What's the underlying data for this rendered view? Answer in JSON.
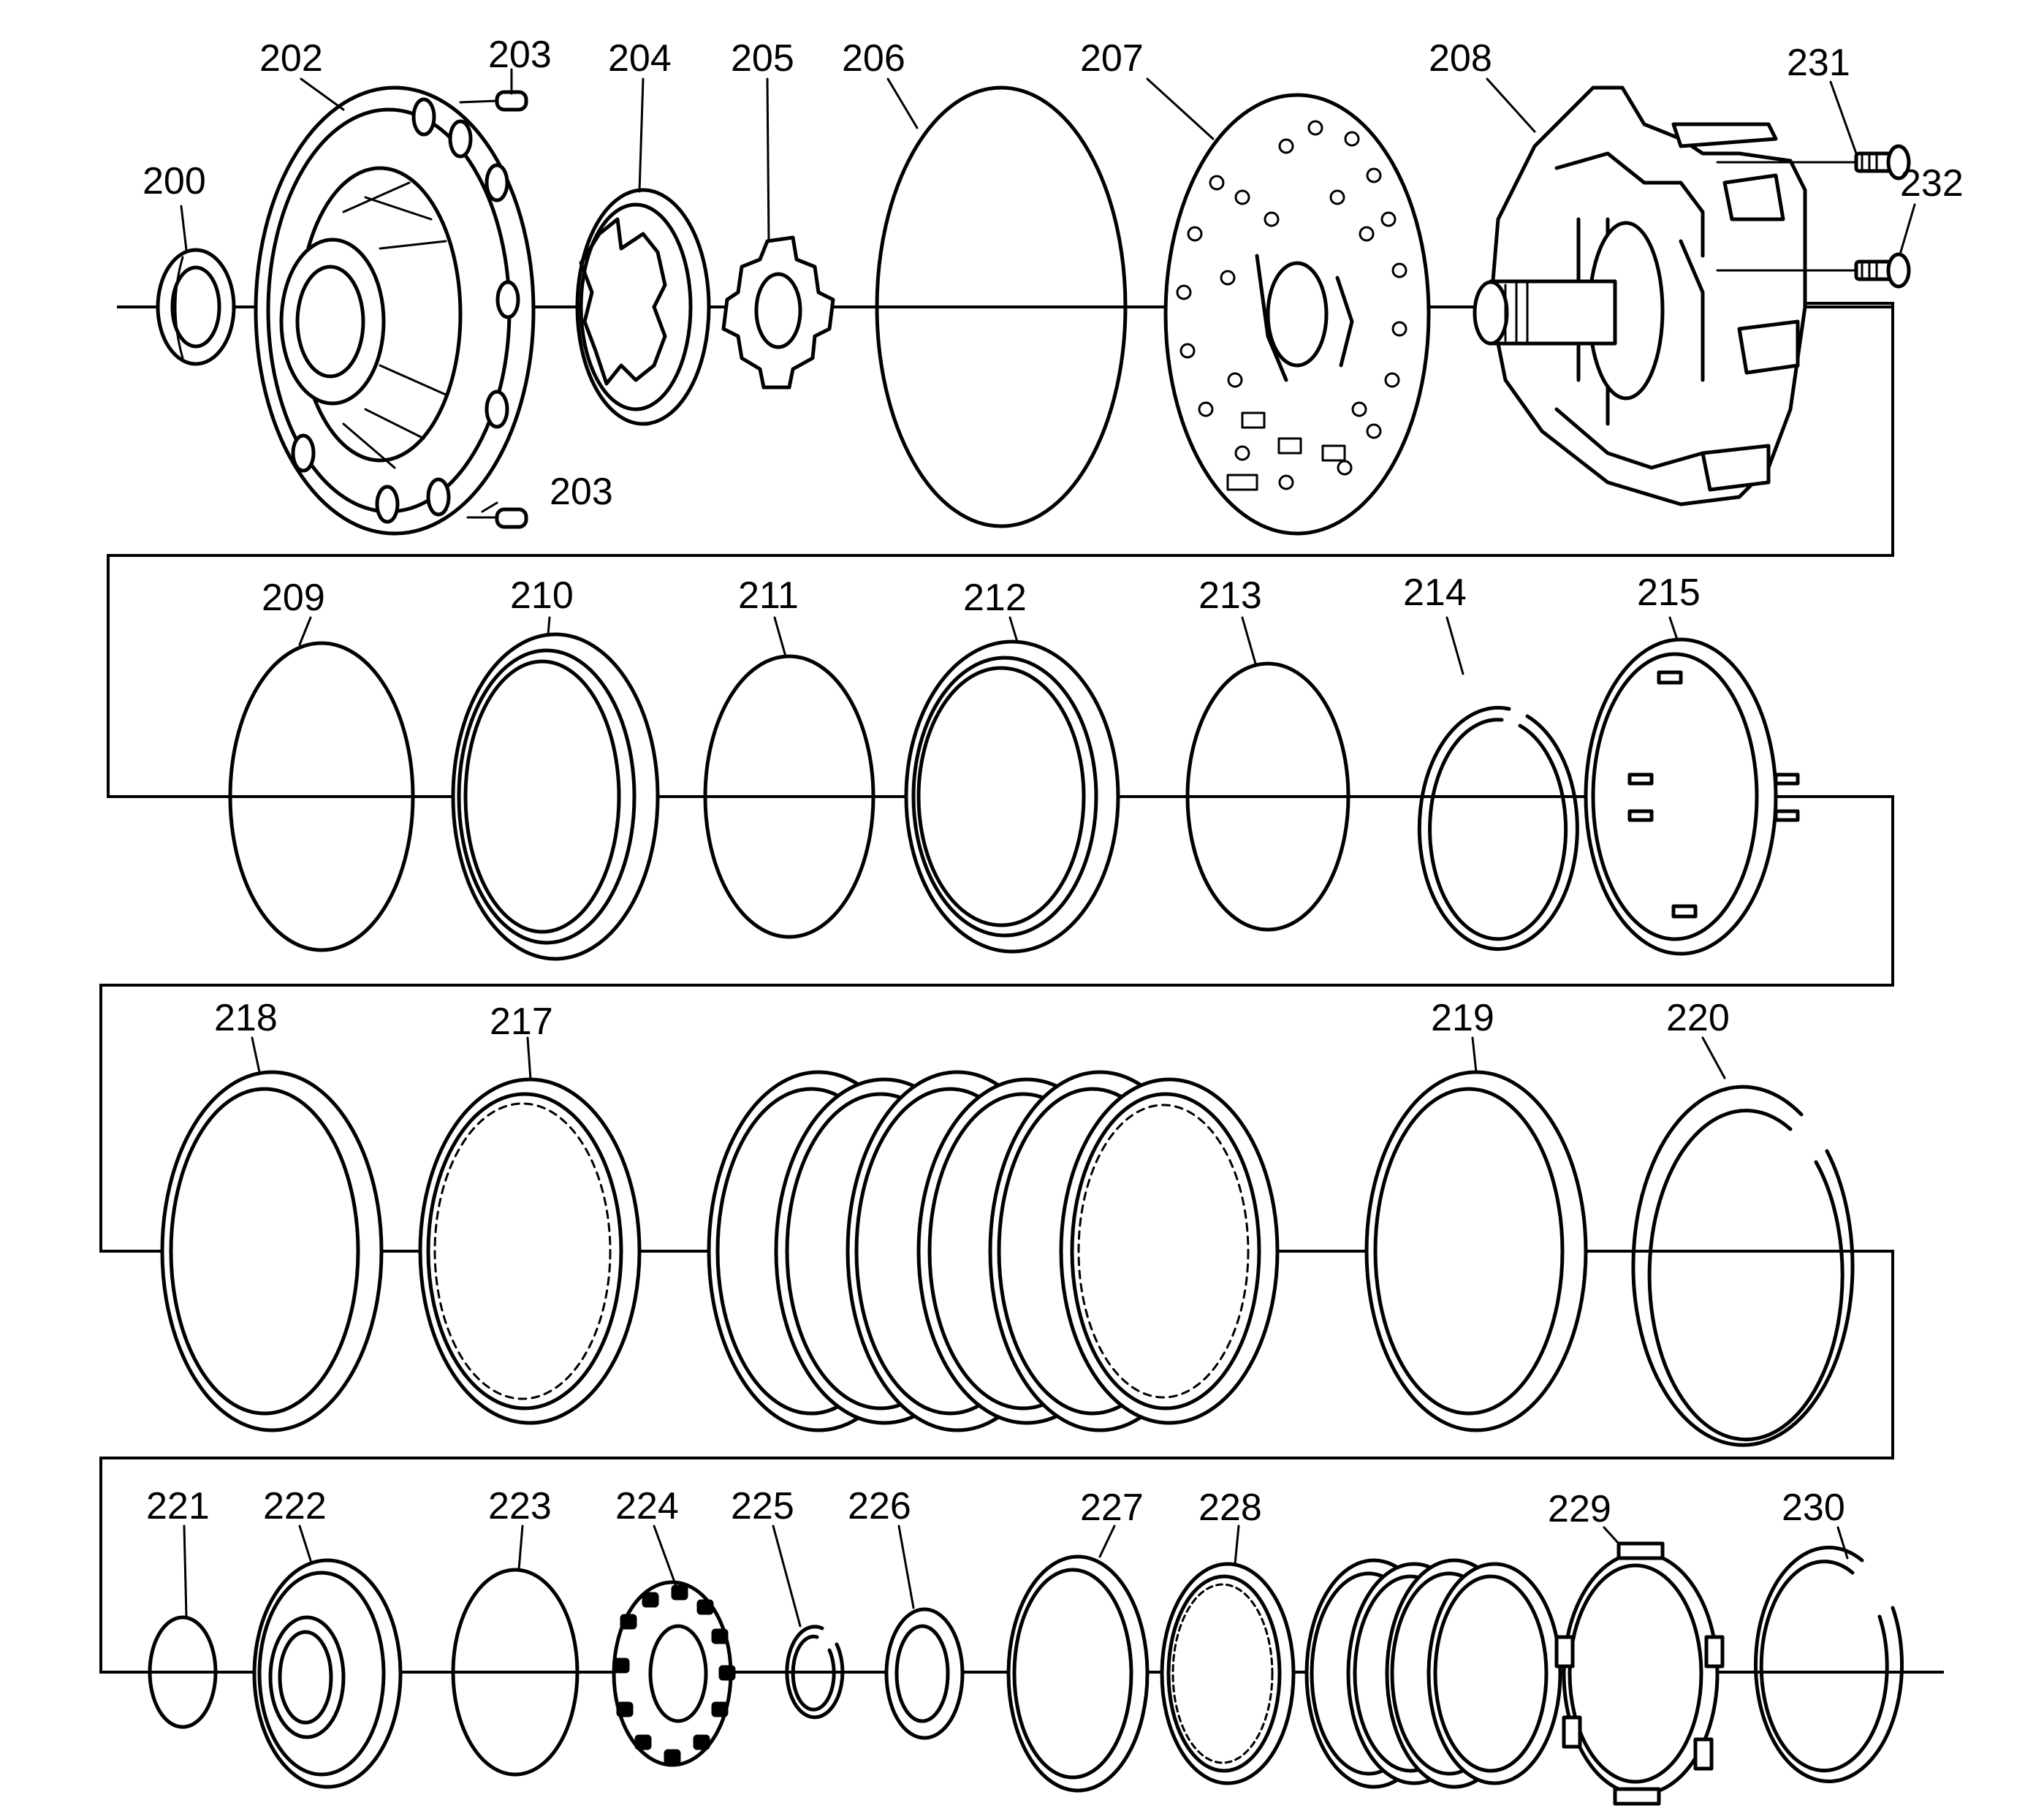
{
  "diagram": {
    "labels": {
      "p200": "200",
      "p202": "202",
      "p203a": "203",
      "p203b": "203",
      "p204": "204",
      "p205": "205",
      "p206": "206",
      "p207": "207",
      "p208": "208",
      "p231": "231",
      "p232": "232",
      "p209": "209",
      "p210": "210",
      "p211": "211",
      "p212": "212",
      "p213": "213",
      "p214": "214",
      "p215": "215",
      "p218": "218",
      "p217": "217",
      "p219": "219",
      "p220": "220",
      "p221": "221",
      "p222": "222",
      "p223": "223",
      "p224": "224",
      "p225": "225",
      "p226": "226",
      "p227": "227",
      "p228": "228",
      "p229": "229",
      "p230": "230"
    },
    "colors": {
      "line": "#000000",
      "background": "#ffffff"
    }
  }
}
